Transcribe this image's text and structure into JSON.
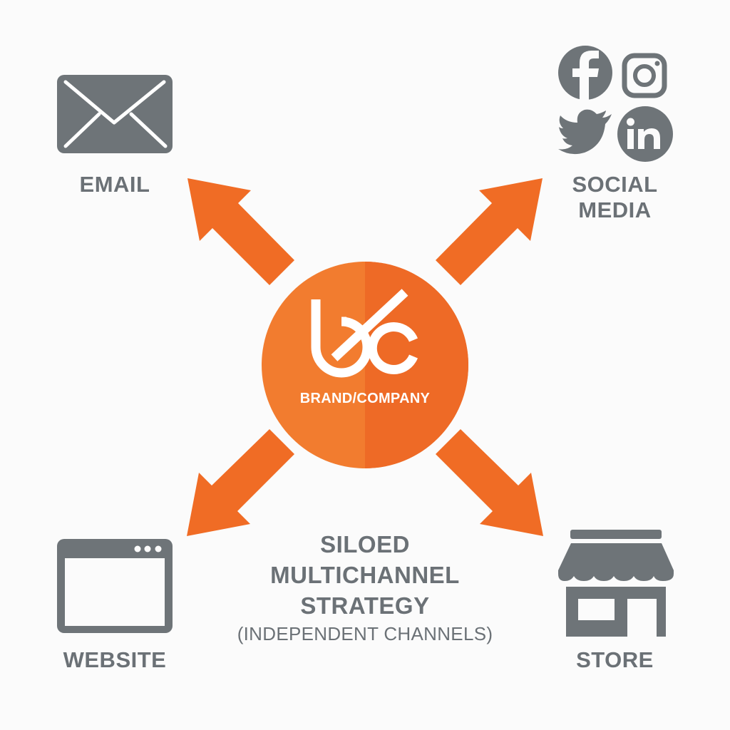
{
  "center": {
    "logo_text": "bc",
    "label": "BRAND/COMPANY",
    "color_left": "#F27C2F",
    "color_right": "#EE6A26"
  },
  "arrow_color": "#F06C25",
  "icon_color": "#6E7478",
  "channels": [
    {
      "id": "email",
      "label": "EMAIL",
      "icon": "envelope-icon",
      "position": "top-left"
    },
    {
      "id": "social",
      "label_line1": "SOCIAL",
      "label_line2": "MEDIA",
      "icons": [
        "facebook-icon",
        "instagram-icon",
        "twitter-icon",
        "linkedin-icon"
      ],
      "position": "top-right"
    },
    {
      "id": "website",
      "label": "WEBSITE",
      "icon": "browser-window-icon",
      "position": "bottom-left"
    },
    {
      "id": "store",
      "label": "STORE",
      "icon": "storefront-icon",
      "position": "bottom-right"
    }
  ],
  "caption": {
    "line1": "SILOED",
    "line2": "MULTICHANNEL",
    "line3": "STRATEGY",
    "line4": "(INDEPENDENT CHANNELS)"
  }
}
